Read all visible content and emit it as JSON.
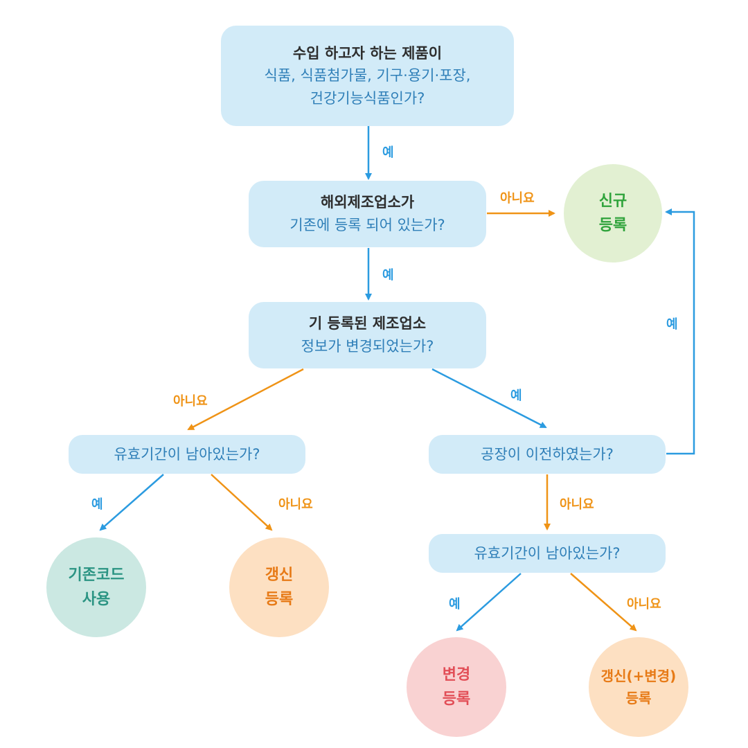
{
  "nodes": {
    "q1": {
      "line1": "수입 하고자 하는 제품이",
      "line2": "식품, 식품첨가물, 기구·용기·포장,",
      "line3": "건강기능식품인가?"
    },
    "q2": {
      "line1": "해외제조업소가",
      "line2": "기존에 등록 되어 있는가?"
    },
    "q3": {
      "line1": "기 등록된 제조업소",
      "line2": "정보가 변경되었는가?"
    },
    "q4": {
      "text": "유효기간이 남아있는가?"
    },
    "q5": {
      "text": "공장이 이전하였는가?"
    },
    "q6": {
      "text": "유효기간이 남아있는가?"
    }
  },
  "results": {
    "new_registration": {
      "line1": "신규",
      "line2": "등록",
      "color": "#2fa33b"
    },
    "use_existing_code": {
      "line1": "기존코드",
      "line2": "사용",
      "color": "#2b9483"
    },
    "renewal_registration": {
      "line1": "갱신",
      "line2": "등록",
      "color": "#e77a16"
    },
    "change_registration": {
      "line1": "변경",
      "line2": "등록",
      "color": "#e24e57"
    },
    "renewal_change_registration": {
      "line1": "갱신(+변경)",
      "line2": "등록",
      "color": "#e77a16"
    }
  },
  "labels": {
    "yes": "예",
    "no": "아니요"
  },
  "colors": {
    "yes_arrow": "#2b9be0",
    "no_arrow": "#ef9316",
    "box_fill": "#d2ebf8"
  }
}
